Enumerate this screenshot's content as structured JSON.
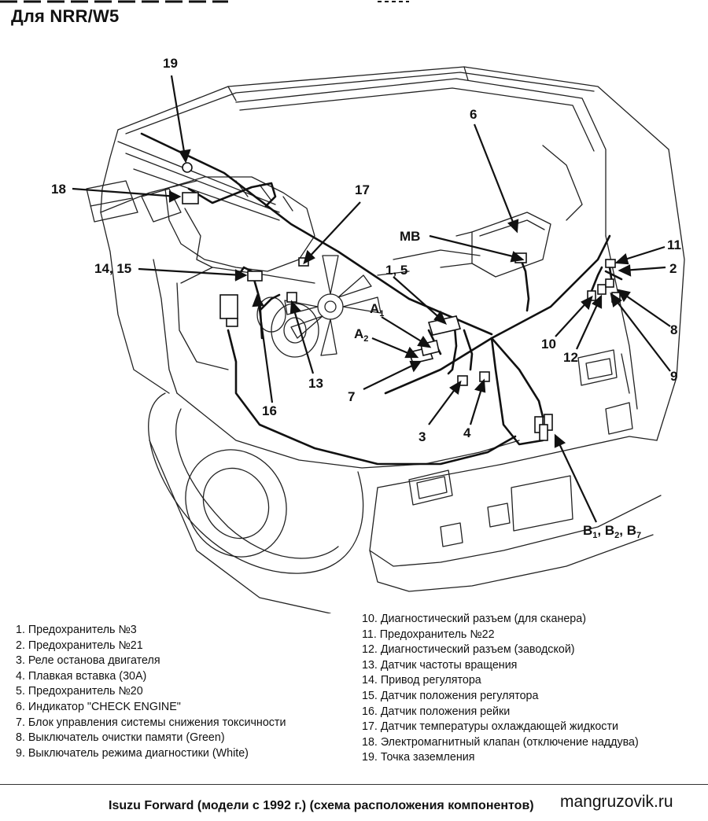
{
  "title": "Для NRR/W5",
  "callouts": {
    "c1_5": "1, 5",
    "c2": "2",
    "c3": "3",
    "c4": "4",
    "c6": "6",
    "c7": "7",
    "c8": "8",
    "c9": "9",
    "c10": "10",
    "c11": "11",
    "c12": "12",
    "c13": "13",
    "c14_15": "14, 15",
    "c16": "16",
    "c17": "17",
    "c18": "18",
    "c19": "19",
    "mb": "MB",
    "a1": "A",
    "a1_sub": "1",
    "a2": "A",
    "a2_sub": "2",
    "b_b": "B",
    "b1_sub": "1",
    "b2_sub": "2",
    "b7_sub": "7",
    "b_sep": ", "
  },
  "legend_left": [
    "1. Предохранитель №3",
    "2. Предохранитель №21",
    "3. Реле останова двигателя",
    "4. Плавкая вставка (30А)",
    "5. Предохранитель №20",
    "6. Индикатор \"CHECK ENGINE\"",
    "7. Блок управления системы снижения токсичности",
    "8. Выключатель очистки памяти (Green)",
    "9. Выключатель режима диагностики (White)"
  ],
  "legend_right": [
    "10. Диагностический разъем (для сканера)",
    "11. Предохранитель №22",
    "12. Диагностический разъем (заводской)",
    "13. Датчик частоты вращения",
    "14. Привод регулятора",
    "15. Датчик положения регулятора",
    "16. Датчик положения рейки",
    "17. Датчик температуры охлаждающей жидкости",
    "18. Электромагнитный клапан (отключение наддува)",
    "19. Точка заземления"
  ],
  "footer": {
    "caption": "Isuzu Forward (модели с 1992 г.) (схема расположения компонентов)",
    "watermark": "mangruzovik.ru"
  }
}
